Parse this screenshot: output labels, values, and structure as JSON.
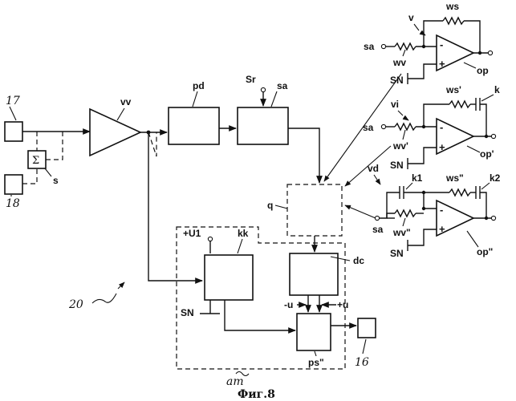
{
  "caption": "Фиг.8",
  "figure_number": "20",
  "inputs": {
    "source_17": "17",
    "source_18": "18",
    "summer_symbol": "Σ",
    "summer_label": "s"
  },
  "main_chain": {
    "amplifier": "vv",
    "block_pd": "pd",
    "block_sa": "sa",
    "signal_sr": "Sr"
  },
  "block_q": "q",
  "block_am": {
    "label": "am",
    "supply": "+U1",
    "block_kk": "kk",
    "ground_sn": "SN",
    "block_dc": "dc",
    "minus_u": "-u",
    "plus_u": "+u",
    "block_ps": "ps\"",
    "output": "16"
  },
  "circuit_v": {
    "name": "v",
    "input": "sa",
    "feedback_resistor": "ws",
    "input_resistor": "wv",
    "ground": "SN",
    "opamp": "op",
    "minus": "-",
    "plus": "+"
  },
  "circuit_vi": {
    "name": "vi",
    "input": "sa",
    "feedback_resistor": "ws'",
    "feedback_capacitor": "k",
    "input_resistor": "wv'",
    "ground": "SN",
    "opamp": "op'",
    "minus": "-",
    "plus": "+"
  },
  "circuit_vd": {
    "name": "vd",
    "input": "sa",
    "input_capacitor": "k1",
    "feedback_resistor": "ws\"",
    "feedback_capacitor": "k2",
    "input_resistor": "wv\"",
    "ground": "SN",
    "opamp": "op\"",
    "minus": "-",
    "plus": "+"
  }
}
